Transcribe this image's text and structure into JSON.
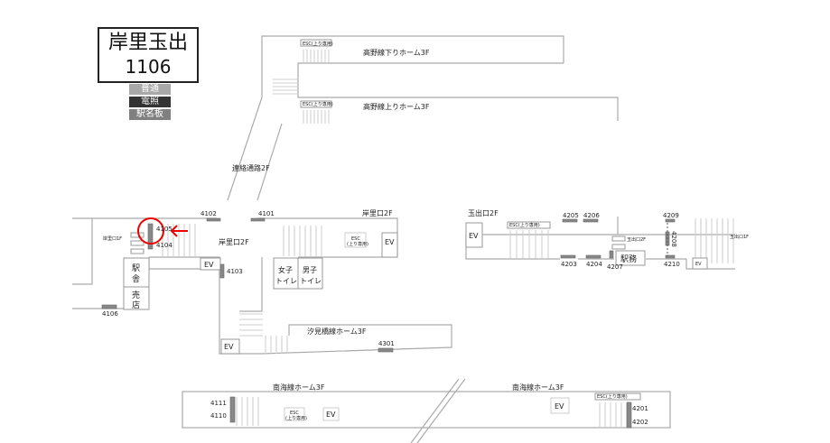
{
  "station": {
    "name": "岸里玉出",
    "code": "1106"
  },
  "legend": [
    {
      "label": "普通",
      "color": "#a8a8a8"
    },
    {
      "label": "電照",
      "color": "#333333"
    },
    {
      "label": "駅名板",
      "color": "#808080"
    }
  ],
  "colors": {
    "sign": "#888888",
    "marker": "#e00000",
    "line": "#999999"
  },
  "labels": {
    "koya_down": "高野線下りホーム3F",
    "koya_up": "高野線上りホーム3F",
    "esc_up_only": "ESC(上り専用)",
    "esc": "ESC",
    "esc_sub": "(上り専用)",
    "corridor": "連絡通路2F",
    "kishisato_2f": "岸里口2F",
    "kishisato_1f": "岸里口1F",
    "ev": "EV",
    "station_office": "駅舎",
    "station_office_1": "駅",
    "station_office_2": "舎",
    "kiosk_1": "売",
    "kiosk_2": "店",
    "women_1": "女子",
    "women_2": "トイレ",
    "men_1": "男子",
    "men_2": "トイレ",
    "shiomibashi": "汐見橋線ホーム3F",
    "tamade_2f": "玉出口2F",
    "tamade_1f": "玉出口1F",
    "ekimu": "駅務",
    "nankai": "南海線ホーム3F"
  },
  "signs": {
    "s4101": "4101",
    "s4102": "4102",
    "s4103": "4103",
    "s4104": "4104",
    "s4105": "4105",
    "s4106": "4106",
    "s4110": "4110",
    "s4111": "4111",
    "s4201": "4201",
    "s4202": "4202",
    "s4203": "4203",
    "s4204": "4204",
    "s4205": "4205",
    "s4206": "4206",
    "s4207": "4207",
    "s4208": "4208",
    "s4209": "4209",
    "s4210": "4210",
    "s4301": "4301"
  },
  "highlighted_sign": "4105"
}
